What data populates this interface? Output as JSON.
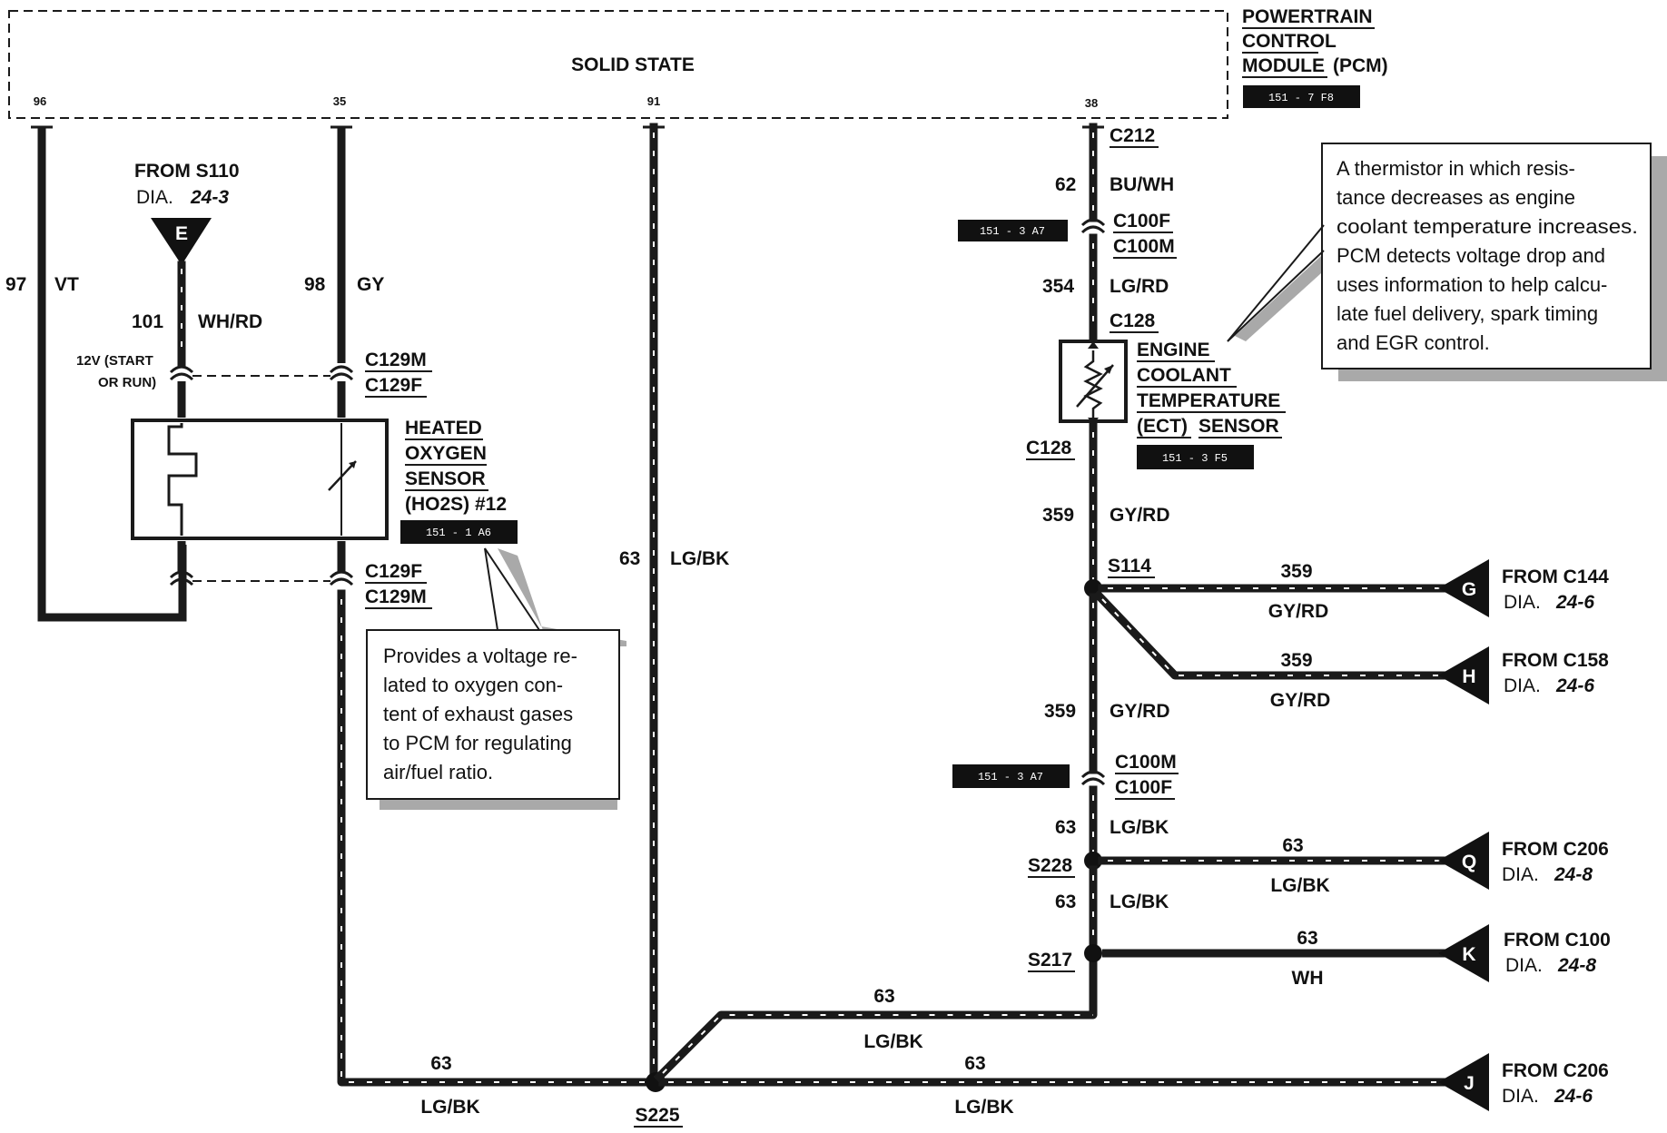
{
  "pcm": {
    "title_lines": [
      "POWERTRAIN",
      "CONTROL",
      "MODULE",
      "(PCM)"
    ],
    "body_label": "SOLID STATE",
    "ref": "151 - 7 F8",
    "pins": [
      "96",
      "35",
      "91",
      "38"
    ]
  },
  "left": {
    "from_label": "FROM S110",
    "dia_prefix": "DIA.",
    "dia_value": "24-3",
    "connector_letter": "E",
    "circuit_vt": "97",
    "color_vt": "VT",
    "circuit_whrd": "101",
    "color_whrd": "WH/RD",
    "circuit_gy": "98",
    "color_gy": "GY",
    "power_note_1": "12V (START",
    "power_note_2": "OR RUN)",
    "c129m_top": "C129M",
    "c129f_top": "C129F",
    "c129f_bot": "C129F",
    "c129m_bot": "C129M"
  },
  "ho2s": {
    "lines": [
      "HEATED",
      "OXYGEN",
      "SENSOR"
    ],
    "id_line": "(HO2S) #12",
    "ref": "151 - 1 A6",
    "note": [
      "Provides a voltage re-",
      "lated to oxygen con-",
      "tent of exhaust gases",
      "to PCM for regulating",
      "air/fuel ratio."
    ]
  },
  "center": {
    "circuit": "63",
    "color": "LG/BK"
  },
  "ect": {
    "c212": "C212",
    "circuit_62": "62",
    "color_62": "BU/WH",
    "c100f": "C100F",
    "c100m": "C100M",
    "ref_a": "151 - 3 A7",
    "circuit_354": "354",
    "color_354": "LG/RD",
    "c128_top": "C128",
    "lines": [
      "ENGINE",
      "COOLANT",
      "TEMPERATURE"
    ],
    "id_line_a": "(ECT)",
    "id_line_b": "SENSOR",
    "ref": "151 - 3 F5",
    "c128_bot": "C128",
    "circuit_359": "359",
    "color_359": "GY/RD",
    "note": [
      "A thermistor in which resis-",
      "tance decreases as engine",
      "coolant temperature increases.",
      "PCM detects voltage drop and",
      "uses information to help calcu-",
      "late fuel delivery, spark timing",
      "and EGR control."
    ]
  },
  "splices": {
    "s114": "S114",
    "s228": "S228",
    "s217": "S217",
    "s225": "S225"
  },
  "lower_right": {
    "circuit_359": "359",
    "color_359": "GY/RD",
    "c100m": "C100M",
    "c100f": "C100F",
    "ref_b": "151 - 3 A7",
    "circuit_63a": "63",
    "color_63a": "LG/BK",
    "circuit_63b": "63",
    "color_63b": "LG/BK"
  },
  "branches": [
    {
      "letter": "G",
      "from": "FROM C144",
      "dia_prefix": "DIA.",
      "dia": "24-6",
      "circuit": "359",
      "color": "GY/RD"
    },
    {
      "letter": "H",
      "from": "FROM C158",
      "dia_prefix": "DIA.",
      "dia": "24-6",
      "circuit": "359",
      "color": "GY/RD"
    },
    {
      "letter": "Q",
      "from": "FROM C206",
      "dia_prefix": "DIA.",
      "dia": "24-8",
      "circuit": "63",
      "color": "LG/BK"
    },
    {
      "letter": "K",
      "from": "FROM C100",
      "dia_prefix": "DIA.",
      "dia": "24-8",
      "circuit": "63",
      "color": "WH"
    },
    {
      "letter": "J",
      "from": "FROM C206",
      "dia_prefix": "DIA.",
      "dia": "24-6",
      "circuit": "63",
      "color": "LG/BK"
    }
  ],
  "bottom": {
    "left_circuit": "63",
    "left_color": "LG/BK",
    "diag_circuit": "63",
    "diag_color": "LG/BK",
    "right_circuit": "63",
    "right_color": "LG/BK"
  },
  "colors": {
    "wire": "#1a1a1a",
    "ref_box": "#111111",
    "shadow": "#a9a9a9"
  }
}
